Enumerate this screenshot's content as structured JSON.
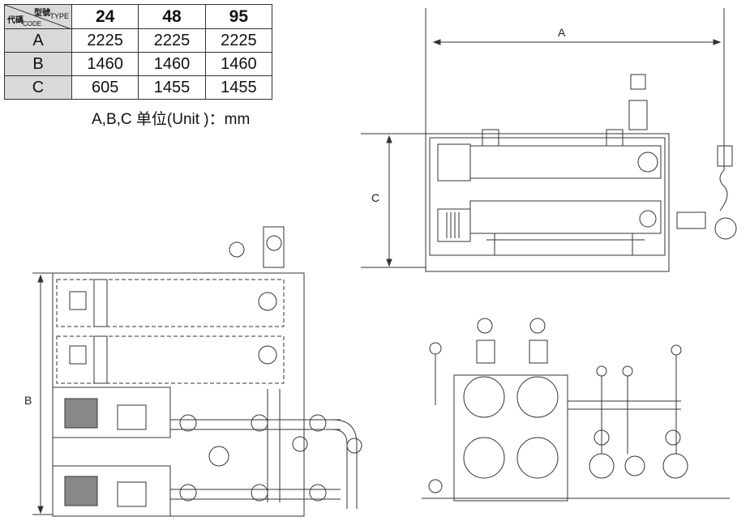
{
  "table": {
    "corner": {
      "model_cn": "型號",
      "type": "TYPE",
      "code_cn": "代碼",
      "code": "CODE"
    },
    "types": [
      "24",
      "48",
      "95"
    ],
    "rows": [
      {
        "code": "A",
        "values": [
          "2225",
          "2225",
          "2225"
        ]
      },
      {
        "code": "B",
        "values": [
          "1460",
          "1460",
          "1460"
        ]
      },
      {
        "code": "C",
        "values": [
          "605",
          "1455",
          "1455"
        ]
      }
    ]
  },
  "unit_note": "A,B,C  单位(Unit )：mm",
  "dimensions": {
    "a": "A",
    "b": "B",
    "c": "C"
  }
}
